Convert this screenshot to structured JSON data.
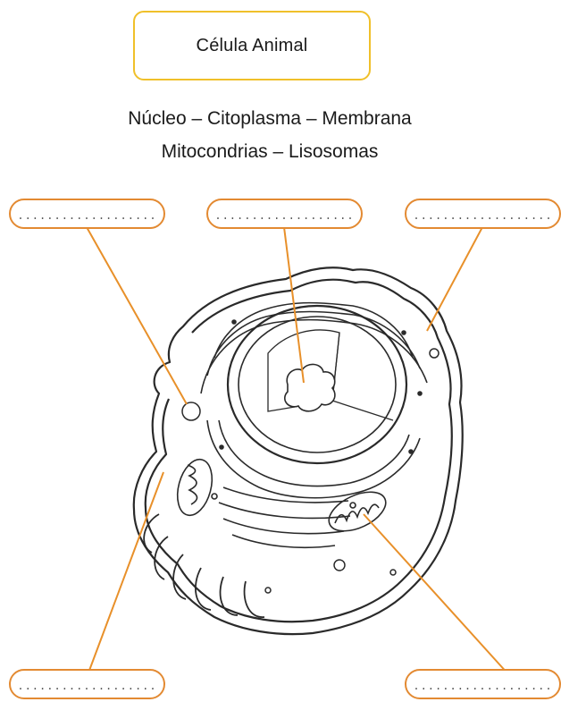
{
  "title": "Célula Animal",
  "word_bank": {
    "line1": "Núcleo – Citoplasma – Membrana",
    "line2": "Mitocondrias – Lisosomas"
  },
  "blanks": {
    "top_left": "...................",
    "top_center": "...................",
    "top_right": "...................",
    "bottom_left": "...................",
    "bottom_right": "..................."
  },
  "colors": {
    "title_border": "#f0c02a",
    "label_border": "#e38a32",
    "leader_line": "#e8902a",
    "cell_outline": "#2a2a2a"
  }
}
